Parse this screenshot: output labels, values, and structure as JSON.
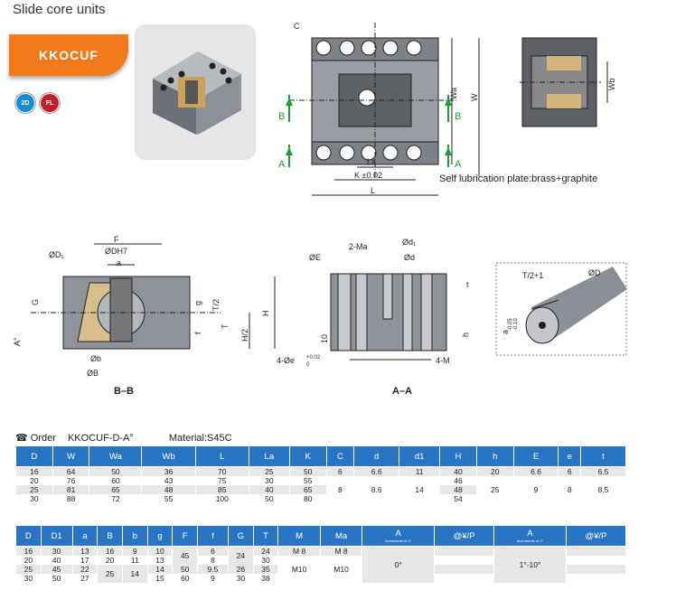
{
  "header": {
    "title": "Slide core units",
    "model": "KKOCUF",
    "badges": [
      {
        "label": "CAD 2D",
        "color": "#1a8bd0",
        "text": "2D"
      },
      {
        "label": "FL",
        "color": "#c0202a",
        "text": "FL"
      }
    ]
  },
  "drawing_labels": {
    "top": {
      "c": "C",
      "wa": "Wa",
      "w": "W",
      "b": "B",
      "a": "A",
      "la": "La",
      "k": "K ±0.02",
      "l": "L",
      "note": "Self lubrication plate:brass+graphite",
      "wb": "Wb"
    },
    "bb": {
      "f": "F",
      "d1": "ØD₁",
      "dh7": "ØDH7",
      "a": "a",
      "g": "G",
      "a_deg": "A°",
      "b": "Øb",
      "bB": "ØB",
      "g2": "g",
      "f2": "f",
      "t2": "T/2",
      "t": "T",
      "h2": "H/2",
      "h": "H",
      "caption": "B–B"
    },
    "aa": {
      "ma": "2-Ma",
      "d1": "Ød₁",
      "e": "ØE",
      "d": "Ød",
      "t": "t",
      "ten": "10",
      "h": "h",
      "e_tol": "4-Øe",
      "e_tol_sup": "+0.02",
      "e_tol_sub": "0",
      "m": "4-M",
      "caption": "A–A"
    },
    "iso": {
      "t": "T/2+1",
      "dD": "ØD",
      "a": "a",
      "tol_top": "-0.05",
      "tol_bot": "-0.10"
    }
  },
  "order": {
    "icon": "phone-icon",
    "label": "Order",
    "code": "KKOCUF-D-A°",
    "material": "Material:S45C"
  },
  "table1": {
    "headers": [
      "D",
      "W",
      "Wa",
      "Wb",
      "L",
      "La",
      "K",
      "C",
      "d",
      "d1",
      "H",
      "h",
      "E",
      "e",
      "t"
    ],
    "rows": [
      [
        "16",
        "64",
        "50",
        "36",
        "70",
        "25",
        "50"
      ],
      [
        "20",
        "76",
        "60",
        "43",
        "75",
        "30",
        "55"
      ],
      [
        "25",
        "81",
        "65",
        "48",
        "85",
        "40",
        "65"
      ],
      [
        "30",
        "88",
        "72",
        "55",
        "100",
        "50",
        "80"
      ]
    ],
    "c_first": "6",
    "d_first": "6.6",
    "d1_first": "11",
    "h_first": "20",
    "e_first": "6.6",
    "e2_first": "6",
    "t_first": "6.5",
    "c_rest": "8",
    "d_rest": "8.6",
    "d1_rest": "14",
    "h_rest": "25",
    "e_rest": "9",
    "e2_rest": "8",
    "t_rest": "8.5",
    "H_vals": [
      "40",
      "46",
      "48",
      "54"
    ]
  },
  "table2": {
    "headers": [
      "D",
      "D1",
      "a",
      "B",
      "b",
      "g",
      "F",
      "f",
      "G",
      "T",
      "M",
      "Ma",
      "A",
      "@¥/P",
      "A",
      "@¥/P"
    ],
    "a_sub": "Increments of 3°",
    "a2_sub": "Increments of 1°",
    "D": [
      "16",
      "20",
      "25",
      "30"
    ],
    "D1": [
      "30",
      "40",
      "45",
      "50"
    ],
    "a": [
      "13",
      "17",
      "22",
      "27"
    ],
    "B": [
      "16",
      "20",
      "25"
    ],
    "b": [
      "9",
      "11",
      "14"
    ],
    "g": [
      "10",
      "13",
      "14",
      "15"
    ],
    "F": [
      "45",
      "50",
      "60"
    ],
    "f": [
      "6",
      "8",
      "9.5",
      "9"
    ],
    "G": [
      "24",
      "26",
      "30"
    ],
    "T": [
      "24",
      "30",
      "35",
      "38"
    ],
    "M": [
      "M 8",
      "M10"
    ],
    "Ma": [
      "M 8",
      "M10"
    ],
    "A1": "0°",
    "A2": "1°-10°"
  }
}
